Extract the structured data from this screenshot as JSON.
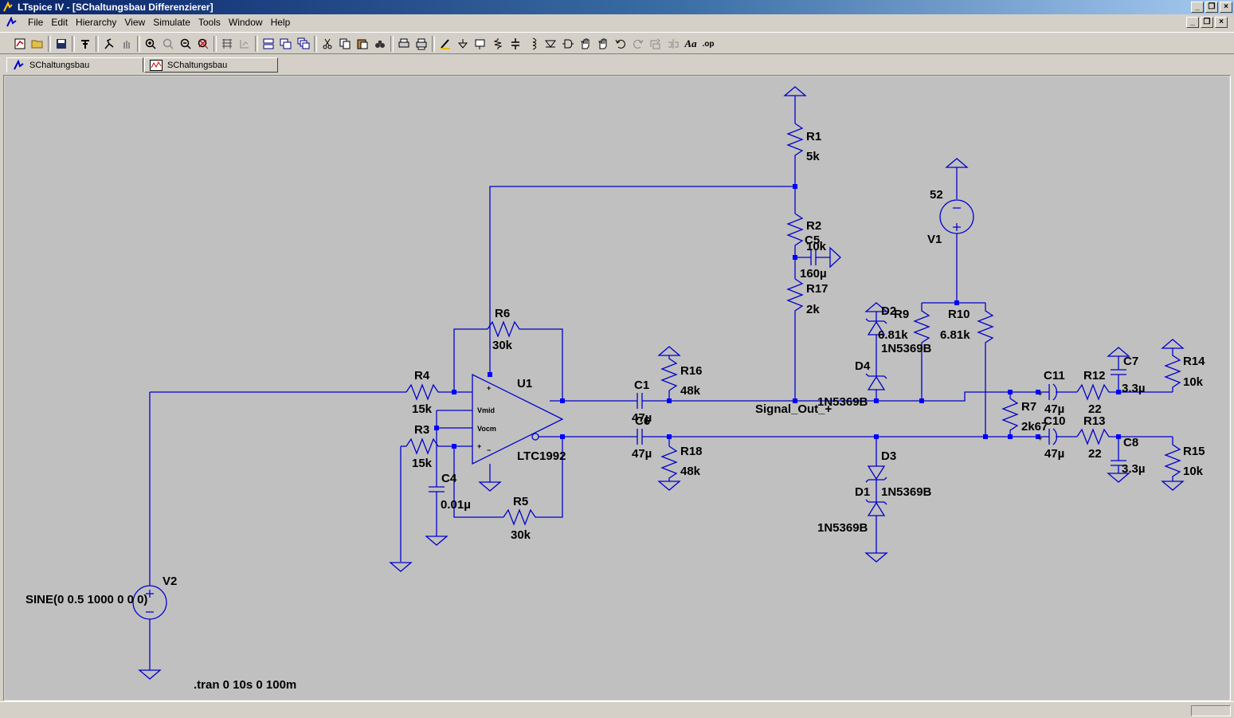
{
  "window": {
    "title": "LTspice IV - [SChaltungsbau Differenzierer]"
  },
  "menu": [
    {
      "label": "File"
    },
    {
      "label": "Edit"
    },
    {
      "label": "Hierarchy"
    },
    {
      "label": "View"
    },
    {
      "label": "Simulate"
    },
    {
      "label": "Tools"
    },
    {
      "label": "Window"
    },
    {
      "label": "Help"
    }
  ],
  "tabs": [
    {
      "label": "SChaltungsbau Differenzierer",
      "icon": "schematic-icon"
    },
    {
      "label": "SChaltungsbau Differenzierer",
      "icon": "waveform-icon"
    }
  ],
  "colors": {
    "wire": "#0000cd",
    "junction": "#0000ff",
    "canvas": "#c0c0c0",
    "text": "#000000"
  },
  "schematic": {
    "labels": {
      "r1_name": "R1",
      "r1_val": "5k",
      "r2_name": "R2",
      "r2_val": "10k",
      "c5_name": "C5",
      "c5_val": "160µ",
      "r17_name": "R17",
      "r17_val": "2k",
      "v1_val": "52",
      "v1_name": "V1",
      "r6_name": "R6",
      "r6_val": "30k",
      "r4_name": "R4",
      "r4_val": "15k",
      "r3_name": "R3",
      "r3_val": "15k",
      "u1_name": "U1",
      "u1_part": "LTC1992",
      "vmid": "Vmid",
      "vocm": "Vocm",
      "c4_name": "C4",
      "c4_val": "0.01µ",
      "r5_name": "R5",
      "r5_val": "30k",
      "c1_name": "C1",
      "c1_val": "47µ",
      "c6_name": "C6",
      "c6_val": "47µ",
      "r16_name": "R16",
      "r16_val": "48k",
      "r18_name": "R18",
      "r18_val": "48k",
      "signal_out": "Signal_Out_+",
      "d2_name": "D2",
      "d4_name": "D4",
      "d4_part": "1N5369B",
      "r9_name": "R9",
      "r9_val": "6.81k",
      "d2_part": "1N5369B",
      "r10_name": "R10",
      "r10_val": "6.81k",
      "d3_name": "D3",
      "d1_name": "D1",
      "d3_part": "1N5369B",
      "d1_part": "1N5369B",
      "r7_name": "R7",
      "r7_val": "2k67",
      "c11_name": "C11",
      "c11_val": "47µ",
      "c10_name": "C10",
      "c10_val": "47µ",
      "r12_name": "R12",
      "r12_val": "22",
      "r13_name": "R13",
      "r13_val": "22",
      "c7_name": "C7",
      "c7_val": "3.3µ",
      "c8_name": "C8",
      "c8_val": "3.3µ",
      "r14_name": "R14",
      "r14_val": "10k",
      "r15_name": "R15",
      "r15_val": "10k",
      "v2_name": "V2",
      "v2_val": "SINE(0 0.5 1000 0 0 0)",
      "tran": ".tran 0 10s 0 100m"
    }
  }
}
